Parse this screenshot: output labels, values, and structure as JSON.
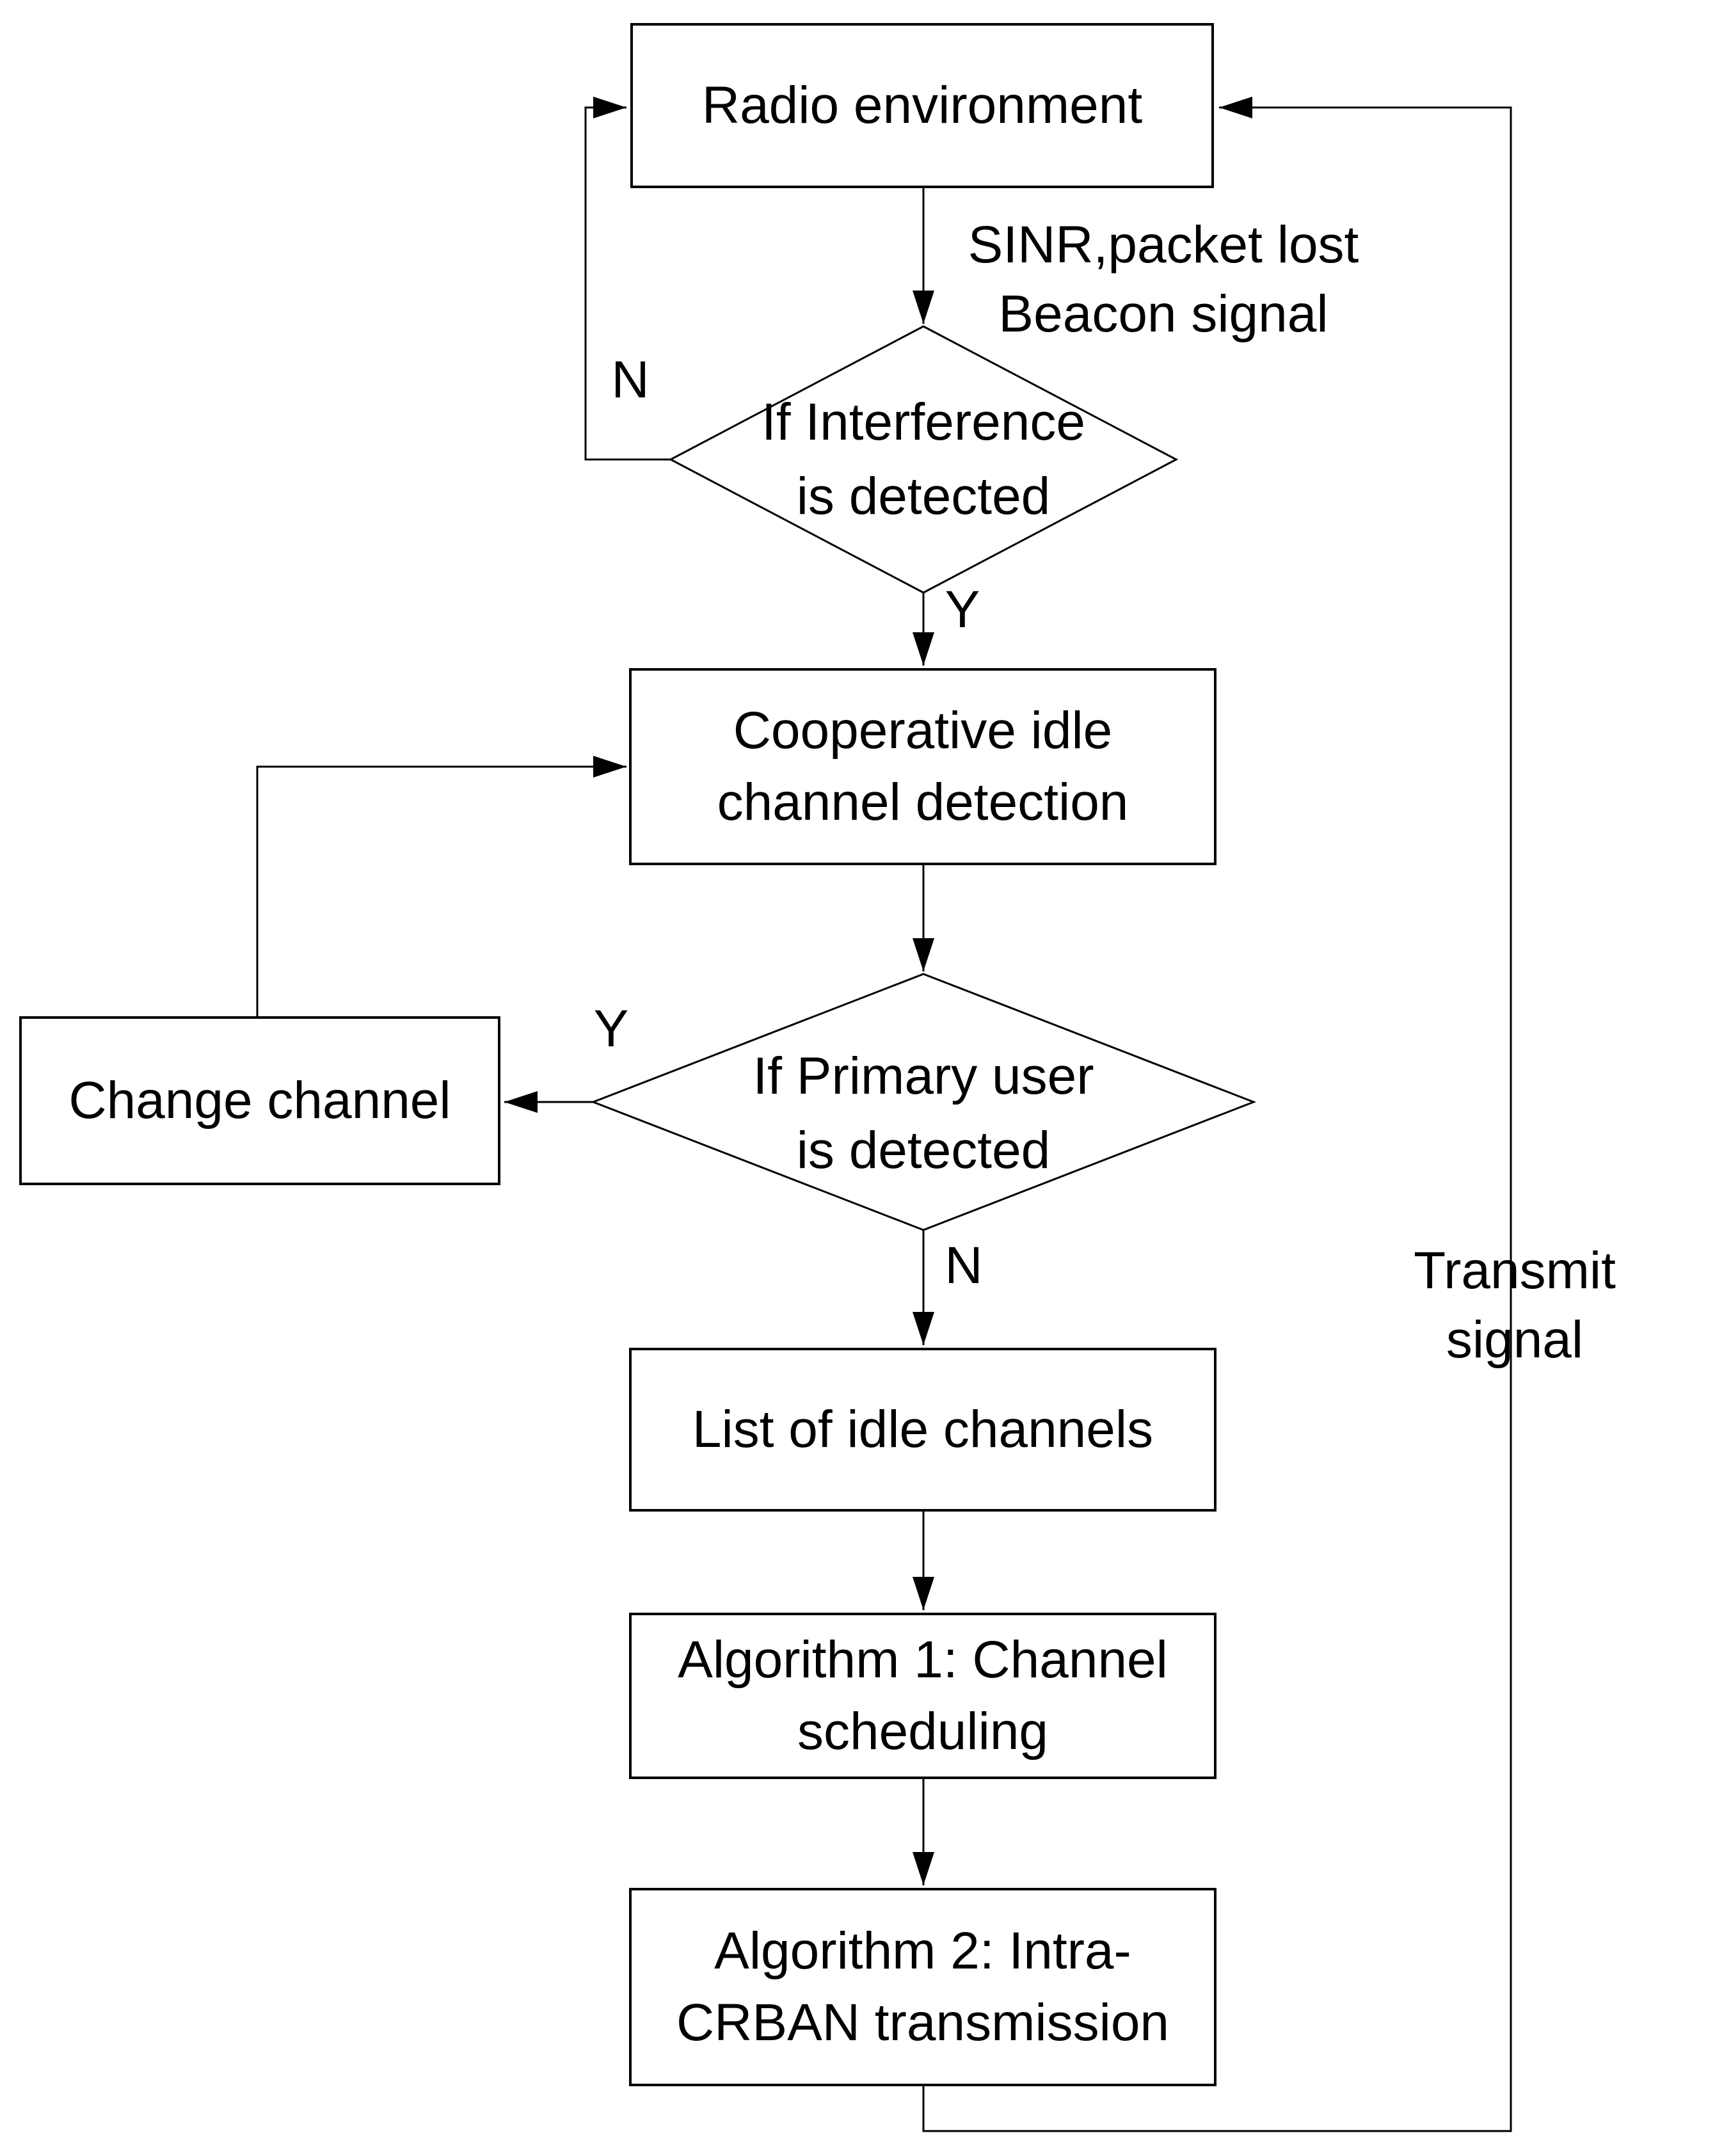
{
  "flowchart": {
    "nodes": {
      "radio_env": {
        "label": "Radio environment",
        "shape": "rect"
      },
      "interference_decision": {
        "label": "If Interference\nis detected",
        "shape": "diamond"
      },
      "coop_detection": {
        "label": "Cooperative idle\nchannel detection",
        "shape": "rect"
      },
      "primary_user_decision": {
        "label": "If Primary user\nis detected",
        "shape": "diamond"
      },
      "change_channel": {
        "label": "Change channel",
        "shape": "rect"
      },
      "idle_channel_list": {
        "label": "List of idle channels",
        "shape": "rect"
      },
      "algorithm_1": {
        "label": "Algorithm 1: Channel\nscheduling",
        "shape": "rect"
      },
      "algorithm_2": {
        "label": "Algorithm 2: Intra-\nCRBAN transmission",
        "shape": "rect"
      }
    },
    "branch_labels": {
      "interference_no": "N",
      "interference_yes": "Y",
      "primary_yes": "Y",
      "primary_no": "N"
    },
    "edge_labels": {
      "sensing": "SINR,packet lost\nBeacon signal",
      "transmit": "Transmit signal"
    },
    "edges": [
      {
        "from": "radio_env",
        "to": "interference_decision",
        "label": "SINR,packet lost\nBeacon signal"
      },
      {
        "from": "interference_decision",
        "to": "radio_env",
        "label": "N"
      },
      {
        "from": "interference_decision",
        "to": "coop_detection",
        "label": "Y"
      },
      {
        "from": "coop_detection",
        "to": "primary_user_decision",
        "label": ""
      },
      {
        "from": "primary_user_decision",
        "to": "change_channel",
        "label": "Y"
      },
      {
        "from": "change_channel",
        "to": "coop_detection",
        "label": ""
      },
      {
        "from": "primary_user_decision",
        "to": "idle_channel_list",
        "label": "N"
      },
      {
        "from": "idle_channel_list",
        "to": "algorithm_1",
        "label": ""
      },
      {
        "from": "algorithm_1",
        "to": "algorithm_2",
        "label": ""
      },
      {
        "from": "algorithm_2",
        "to": "radio_env",
        "label": "Transmit signal"
      }
    ]
  },
  "colors": {
    "background": "#ffffff",
    "stroke": "#000000",
    "text": "#000000"
  }
}
